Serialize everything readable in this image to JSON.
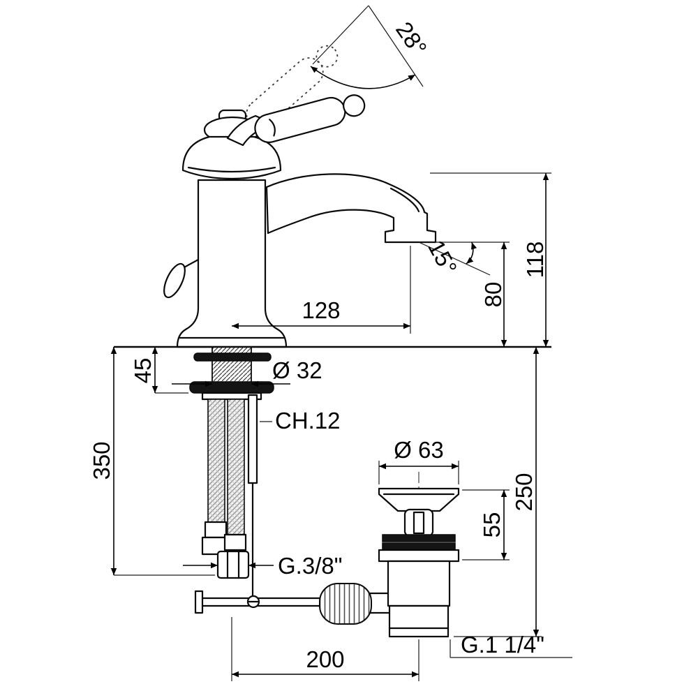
{
  "drawing": {
    "type": "technical-dimension-drawing",
    "subject": "single-lever basin mixer faucet with pop-up waste drain",
    "labels": {
      "handle_angle": "28°",
      "overall_spout_height": "118",
      "outlet_height": "80",
      "spout_angle": "15°",
      "spout_reach": "128",
      "shank_diameter": "Ø 32",
      "max_deck_thickness": "45",
      "wrench_flat": "CH.12",
      "hose_length": "350",
      "waste_flange_diameter": "Ø 63",
      "under_deck_height": "250",
      "waste_top_height": "55",
      "supply_thread": "G.3/8\"",
      "waste_thread": "G.1 1/4\"",
      "axis_distance": "200"
    }
  }
}
